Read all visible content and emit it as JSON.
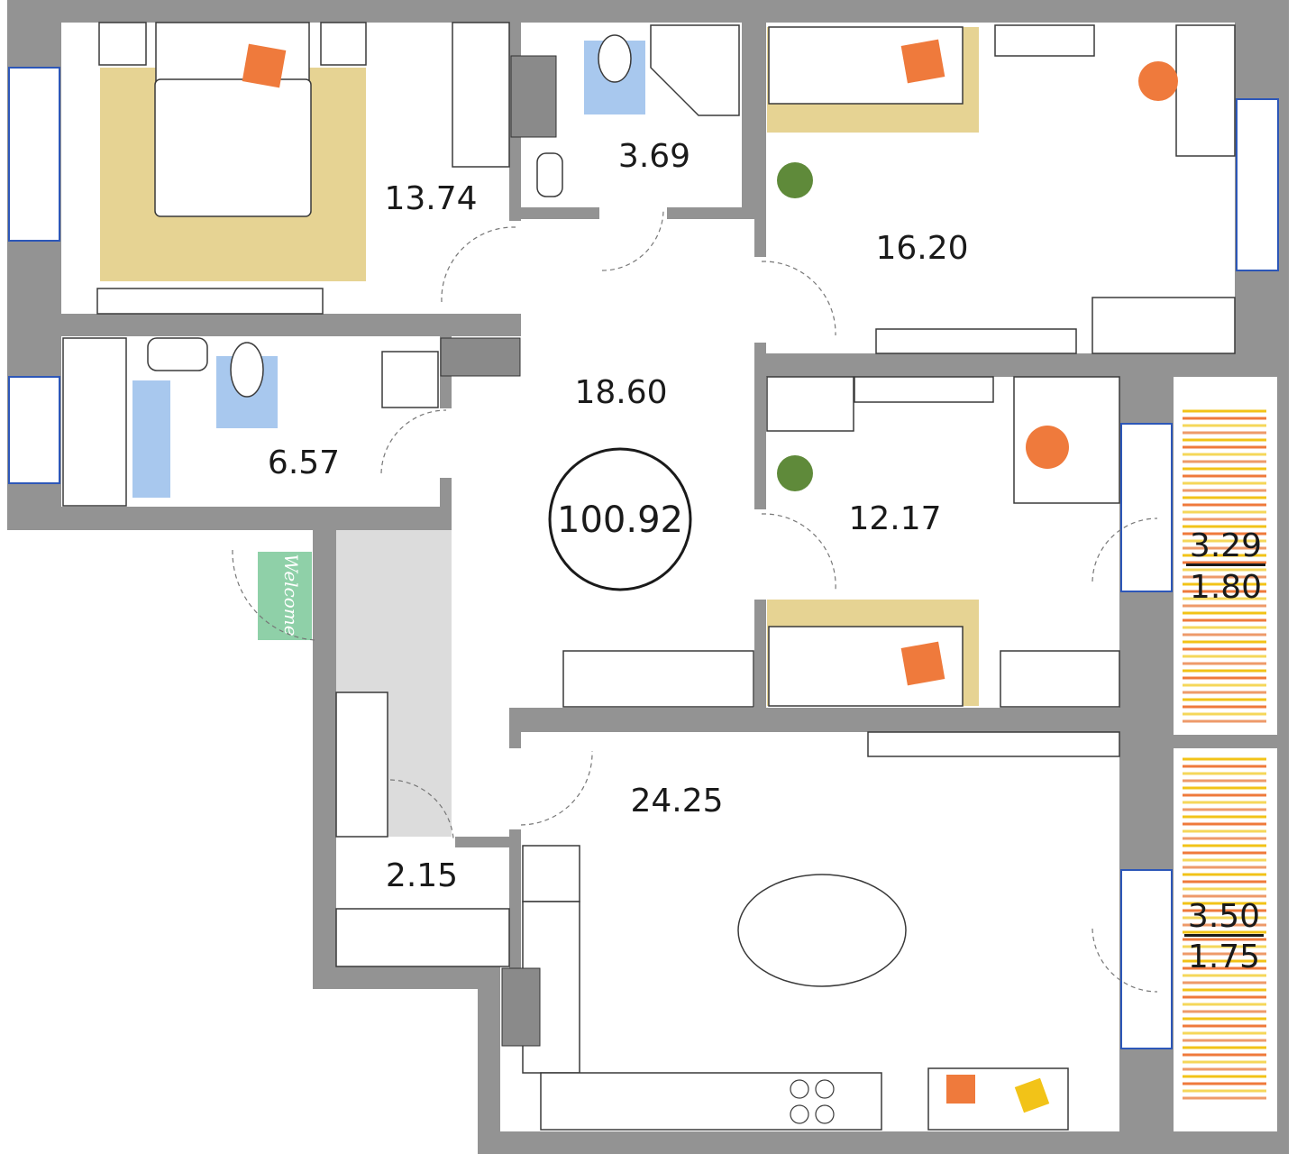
{
  "plan": {
    "total_area": "100.92",
    "rooms": [
      {
        "id": "bedroom-main",
        "area": "13.74"
      },
      {
        "id": "bathroom-small",
        "area": "3.69"
      },
      {
        "id": "bedroom-right",
        "area": "16.20"
      },
      {
        "id": "hallway",
        "area": "18.60"
      },
      {
        "id": "bathroom-main",
        "area": "6.57"
      },
      {
        "id": "bedroom-middle",
        "area": "12.17"
      },
      {
        "id": "living-kitchen",
        "area": "24.25"
      },
      {
        "id": "closet",
        "area": "2.15"
      }
    ],
    "balconies": [
      {
        "id": "balcony-upper",
        "area": "3.29",
        "reduced_area": "1.80"
      },
      {
        "id": "balcony-lower",
        "area": "3.50",
        "reduced_area": "1.75"
      }
    ],
    "welcome_mat": "Welcome"
  },
  "colors": {
    "wall": "#939393",
    "rug": "#e6d393",
    "accent": "#ef7a3c",
    "window": "#2d57b8",
    "welcome_mat": "#8fd0a8"
  }
}
